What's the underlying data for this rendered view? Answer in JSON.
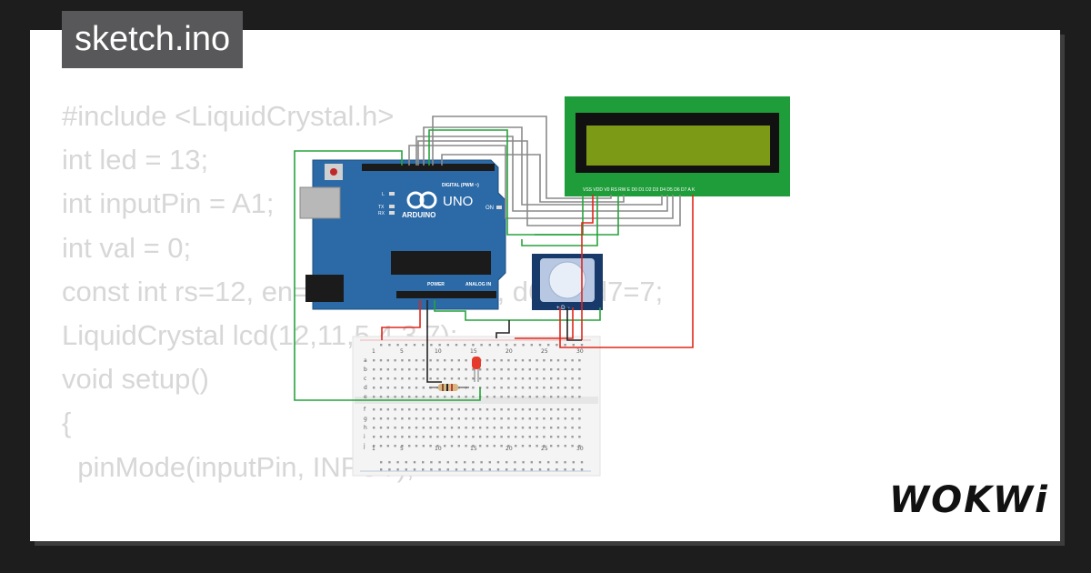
{
  "title": "sketch.ino",
  "code_lines": [
    "#include <LiquidCrystal.h>",
    "",
    "int led = 13;",
    "int inputPin = A1;",
    "int val = 0;",
    "const int rs=12, en=11, d4=5, d5=4, d6=3, d7=7;",
    "LiquidCrystal lcd(12,11,5,4,3,7);",
    "",
    "void setup()",
    "{",
    "  pinMode(inputPin, INPUT);"
  ],
  "brand": "WOKWi",
  "board": {
    "name": "UNO",
    "maker": "ARDUINO",
    "digital_label": "DIGITAL (PWM ~)",
    "power_label": "POWER",
    "analog_label": "ANALOG IN",
    "on_label": "ON",
    "l_label": "L",
    "tx_label": "TX",
    "rx_label": "RX"
  },
  "breadboard_numbers": [
    "1",
    "5",
    "10",
    "15",
    "20",
    "25",
    "30"
  ],
  "breadboard_rows_top": [
    "a",
    "b",
    "c",
    "d",
    "e"
  ],
  "breadboard_rows_bottom": [
    "f",
    "g",
    "h",
    "i",
    "j"
  ],
  "lcd_pins": "VSS VDD V0 RS RW E D0 D1 D2 D3 D4 D5 D6 D7 A K",
  "pir_pins": "+ D −",
  "colors": {
    "board": "#2b6aa6",
    "lcd_body": "#1f9d3a",
    "lcd_screen": "#7d9a17",
    "wire_gray": "#8a8a8a",
    "wire_green": "#26a33b",
    "wire_red": "#e0261b",
    "wire_black": "#222222"
  }
}
